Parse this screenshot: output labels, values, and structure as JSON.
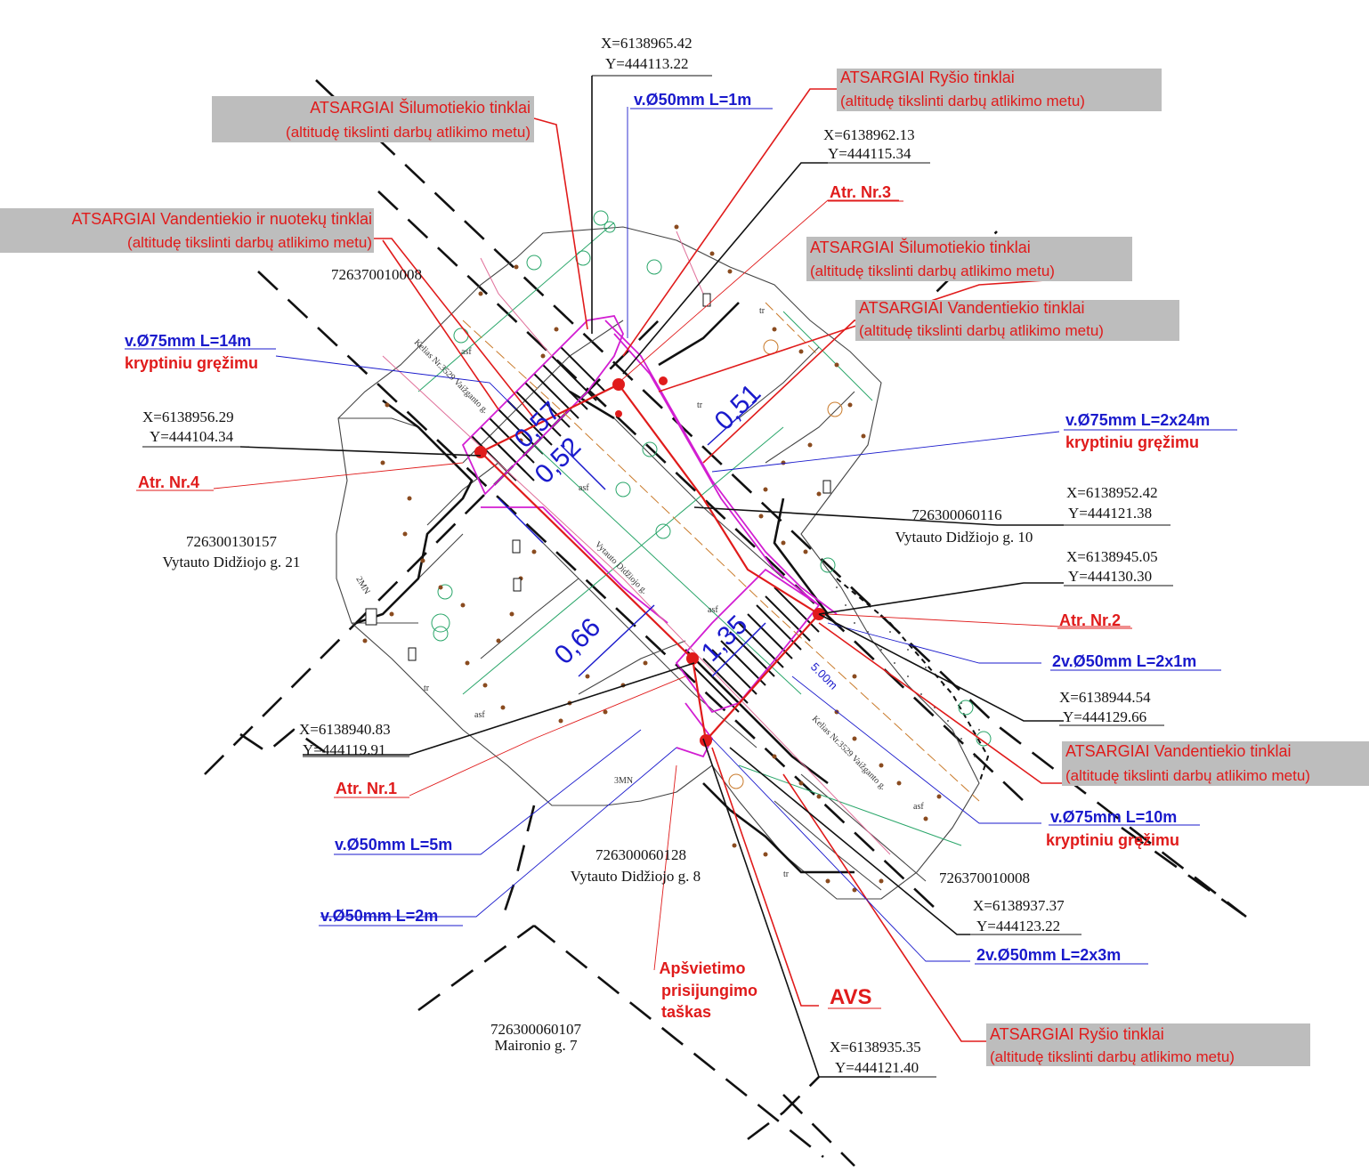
{
  "colors": {
    "red": "#e01b1b",
    "blue": "#1a1acc",
    "black": "#111111",
    "magenta": "#d21ed2",
    "green": "#2aa66a",
    "warning_bg": "#bdbdbd"
  },
  "warnings": [
    {
      "line1": "ATSARGIAI  Šilumotiekio tinklai",
      "line2": "(altitudę tikslinti darbų atlikimo metu)"
    },
    {
      "line1": "ATSARGIAI  Ryšio tinklai",
      "line2": "(altitudę tikslinti darbų atlikimo metu)"
    },
    {
      "line1": "ATSARGIAI  Vandentiekio ir nuotekų tinklai",
      "line2": "(altitudę tikslinti darbų atlikimo metu)"
    },
    {
      "line1": "ATSARGIAI  Šilumotiekio tinklai",
      "line2": "(altitudę tikslinti darbų atlikimo metu)"
    },
    {
      "line1": "ATSARGIAI  Vandentiekio tinklai",
      "line2": "(altitudę tikslinti darbų atlikimo metu)"
    },
    {
      "line1": "ATSARGIAI  Vandentiekio tinklai",
      "line2": "(altitudę tikslinti darbų atlikimo metu)"
    },
    {
      "line1": "ATSARGIAI  Ryšio tinklai",
      "line2": "(altitudę tikslinti darbų atlikimo metu)"
    }
  ],
  "coordinates": [
    {
      "x": "X=6138965.42",
      "y": "Y=444113.22"
    },
    {
      "x": "X=6138962.13",
      "y": "Y=444115.34"
    },
    {
      "x": "X=6138956.29",
      "y": "Y=444104.34"
    },
    {
      "x": "X=6138952.42",
      "y": "Y=444121.38"
    },
    {
      "x": "X=6138945.05",
      "y": "Y=444130.30"
    },
    {
      "x": "X=6138944.54",
      "y": "Y=444129.66"
    },
    {
      "x": "X=6138940.83",
      "y": "Y=444119.91"
    },
    {
      "x": "X=6138937.37",
      "y": "Y=444123.22"
    },
    {
      "x": "X=6138935.35",
      "y": "Y=444121.40"
    }
  ],
  "attributes": [
    "Atr. Nr.3",
    "Atr. Nr.4",
    "Atr. Nr.2",
    "Atr. Nr.1"
  ],
  "pipes": [
    "v.Ø50mm L=1m",
    "v.Ø75mm L=14m",
    "kryptiniu gręžimu",
    "v.Ø75mm L=2x24m",
    "kryptiniu gręžimu",
    "2v.Ø50mm L=2x1m",
    "v.Ø75mm L=10m",
    "kryptiniu gręžimu",
    "v.Ø50mm L=5m",
    "v.Ø50mm L=2m",
    "2v.Ø50mm L=2x3m"
  ],
  "parcels": [
    {
      "id": "726370010008",
      "address": ""
    },
    {
      "id": "726300130157",
      "address": "Vytauto Didžiojo g. 21"
    },
    {
      "id": "726300060116",
      "address": "Vytauto Didžiojo g. 10"
    },
    {
      "id": "726300060128",
      "address": "Vytauto Didžiojo g. 8"
    },
    {
      "id": "726370010008",
      "address": ""
    },
    {
      "id": "726300060107",
      "address": "Maironio g. 7"
    }
  ],
  "lighting_point": [
    "Apšvietimo",
    "prisijungimo",
    "taškas"
  ],
  "avs": "AVS",
  "dimensions": [
    "0,57",
    "0,52",
    "0,51",
    "0,66",
    "1,35"
  ],
  "streets": [
    "Kelias Nr.3529 Vaižganto g.",
    "Vytauto Didžiojo g.",
    "Kelias Nr.3529 Vaižganto g."
  ],
  "surface_labels": [
    "asf",
    "asf",
    "asf",
    "asf",
    "asf",
    "tr",
    "tr",
    "tr",
    "tr",
    "3MN",
    "2MN",
    "5.00m"
  ]
}
